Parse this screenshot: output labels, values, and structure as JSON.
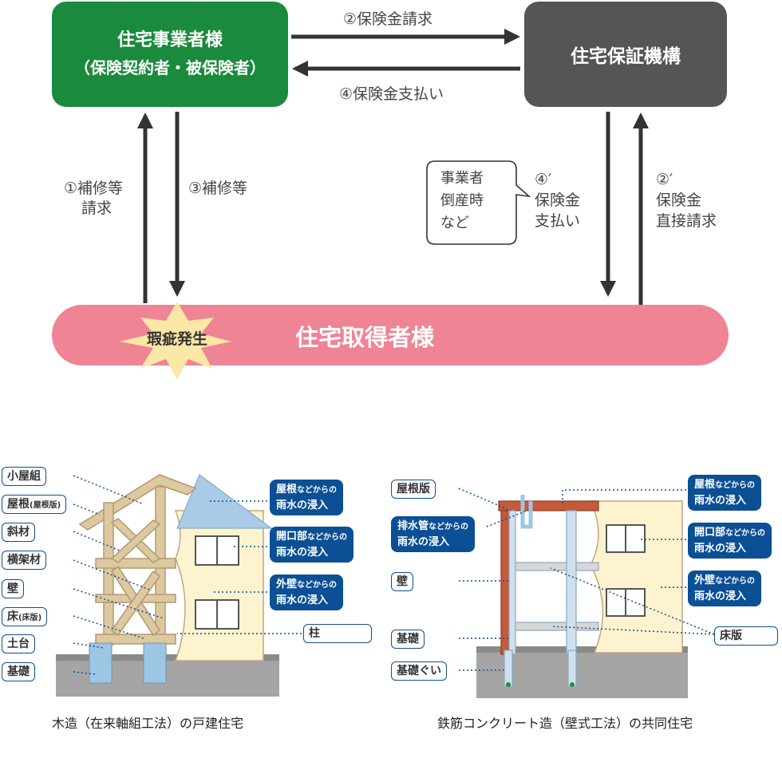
{
  "top": {
    "business_box": {
      "line1": "住宅事業者様",
      "line2": "（保険契約者・被保険者）"
    },
    "guarantee_box": "住宅保証機構",
    "buyer_bar": "住宅取得者様",
    "defect_burst": "瑕疵発生",
    "arrow_claim": "②保険金請求",
    "arrow_pay": "④保険金支払い",
    "repair_request": {
      "line1": "①補修等",
      "line2": "請求"
    },
    "repair": "③補修等",
    "bankruptcy_note": {
      "line1": "事業者",
      "line2": "倒産時",
      "line3": "など"
    },
    "pay_direct": {
      "line1": "④′",
      "line2": "保険金",
      "line3": "支払い"
    },
    "claim_direct": {
      "line1": "②′",
      "line2": "保険金",
      "line3": "直接請求"
    }
  },
  "wood": {
    "labels": [
      "小屋組",
      "屋根",
      "(屋根版)",
      "斜材",
      "横架材",
      "壁",
      "床",
      "(床版)",
      "土台",
      "基礎"
    ],
    "callouts": {
      "roof": {
        "a": "屋根",
        "b": "などからの",
        "c": "雨水の浸入"
      },
      "opening": {
        "a": "開口部",
        "b": "などからの",
        "c": "雨水の浸入"
      },
      "wall": {
        "a": "外壁",
        "b": "などからの",
        "c": "雨水の浸入"
      }
    },
    "pillar": "柱",
    "caption": "木造（在来軸組工法）の戸建住宅"
  },
  "rc": {
    "labels": [
      "屋根版",
      "壁",
      "基礎",
      "基礎ぐい",
      "床版"
    ],
    "drain": {
      "a": "排水管",
      "b": "などからの",
      "c": "雨水の浸入"
    },
    "callouts": {
      "roof": {
        "a": "屋根",
        "b": "などからの",
        "c": "雨水の浸入"
      },
      "opening": {
        "a": "開口部",
        "b": "などからの",
        "c": "雨水の浸入"
      },
      "wall": {
        "a": "外壁",
        "b": "などからの",
        "c": "雨水の浸入"
      }
    },
    "caption": "鉄筋コンクリート造（壁式工法）の共同住宅"
  },
  "colors": {
    "green": "#1a8a3c",
    "gray": "#555555",
    "pink": "#ef8494",
    "navy": "#0b4f95",
    "burst": "#fbe7a6"
  }
}
